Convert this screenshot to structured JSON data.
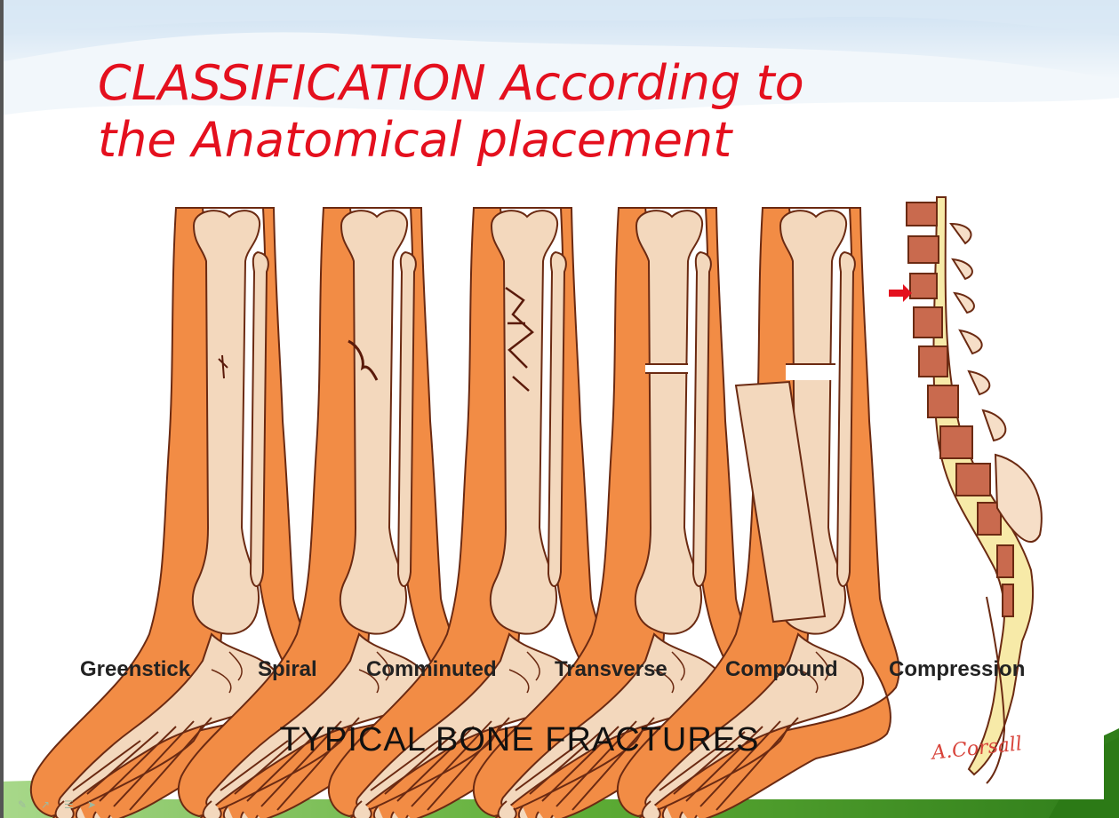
{
  "slide": {
    "title_line1": "CLASSIFICATION According to",
    "title_line2": "the Anatomical placement"
  },
  "figure": {
    "labels": [
      "Greenstick",
      "Spiral",
      "Comminuted",
      "Transverse",
      "Compound",
      "Compression"
    ],
    "caption": "TYPICAL BONE FRACTURES",
    "signature": "A.Corsall"
  },
  "colors": {
    "title": "#e4101e",
    "soft_tissue": "#f28c45",
    "bone": "#f3d8bd",
    "outline": "#6b2a12",
    "sky": "#b9d5ec",
    "grass": "#4e9a2c"
  },
  "icons": [
    "pen-icon",
    "arrow-icon",
    "menu-icon",
    "cursor-icon"
  ]
}
